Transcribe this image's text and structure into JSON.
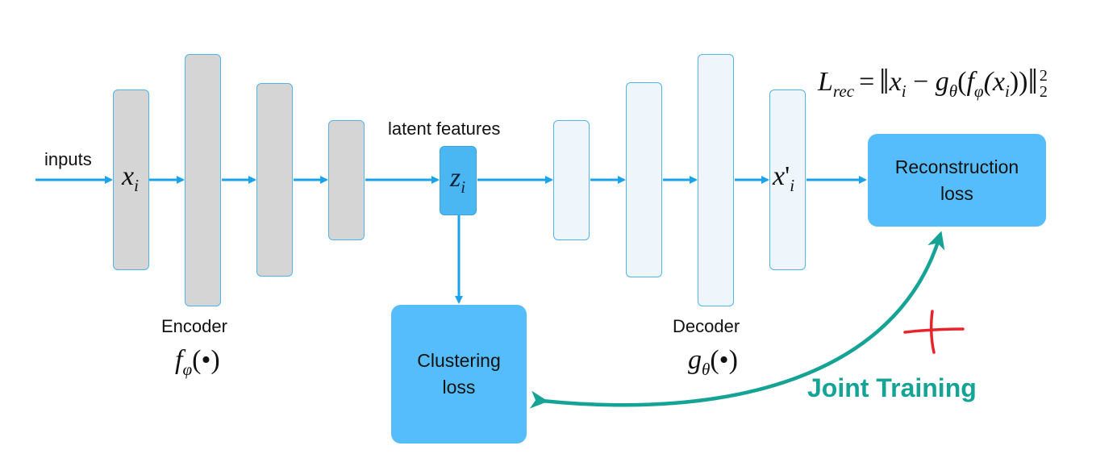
{
  "labels": {
    "inputs": "inputs",
    "latent_features": "latent features",
    "encoder": "Encoder",
    "decoder": "Decoder",
    "joint_training": "Joint Training"
  },
  "boxes": {
    "reconstruction_loss": "Reconstruction\nloss",
    "clustering_loss": "Clustering\nloss"
  },
  "math": {
    "x_var": "x",
    "x_sub": "i",
    "z_var": "z",
    "z_sub": "i",
    "xprime_var": "x",
    "xprime_mark": "'",
    "xprime_sub": "i",
    "encoder_fn": "f",
    "encoder_fn_sub": "φ",
    "decoder_fn": "g",
    "decoder_fn_sub": "θ",
    "bullet_arg": "(•)",
    "loss_L": "L",
    "loss_L_sub": "rec",
    "loss_equals": "=",
    "loss_open_norm": "‖",
    "loss_xi": "x",
    "loss_xi_sub": "i",
    "loss_minus": " − ",
    "loss_g": "g",
    "loss_g_sub": "θ",
    "loss_paren_open": "(",
    "loss_f": "f",
    "loss_f_sub": "φ",
    "loss_inner": "(x",
    "loss_inner_sub": "i",
    "loss_close": "))",
    "loss_close_norm": "‖",
    "loss_norm_sub": "2",
    "loss_norm_sup": "2"
  },
  "colors": {
    "arrow_blue": "#1aa3ea",
    "joint_teal": "#15a395",
    "plus_red": "#e8242a",
    "box_blue": "#55bdfb"
  }
}
